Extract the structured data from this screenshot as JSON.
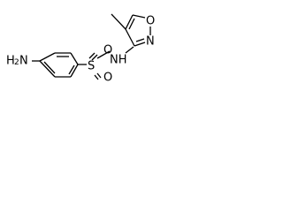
{
  "molecule": {
    "atoms": {
      "amine_n": "H",
      "amine_n_sub": "2",
      "amine_n_main": "N",
      "sulfur": "S",
      "oxygen_top": "O",
      "oxygen_bottom": "O",
      "amide_n": "NH",
      "ring_n": "N",
      "ring_o": "O"
    }
  }
}
